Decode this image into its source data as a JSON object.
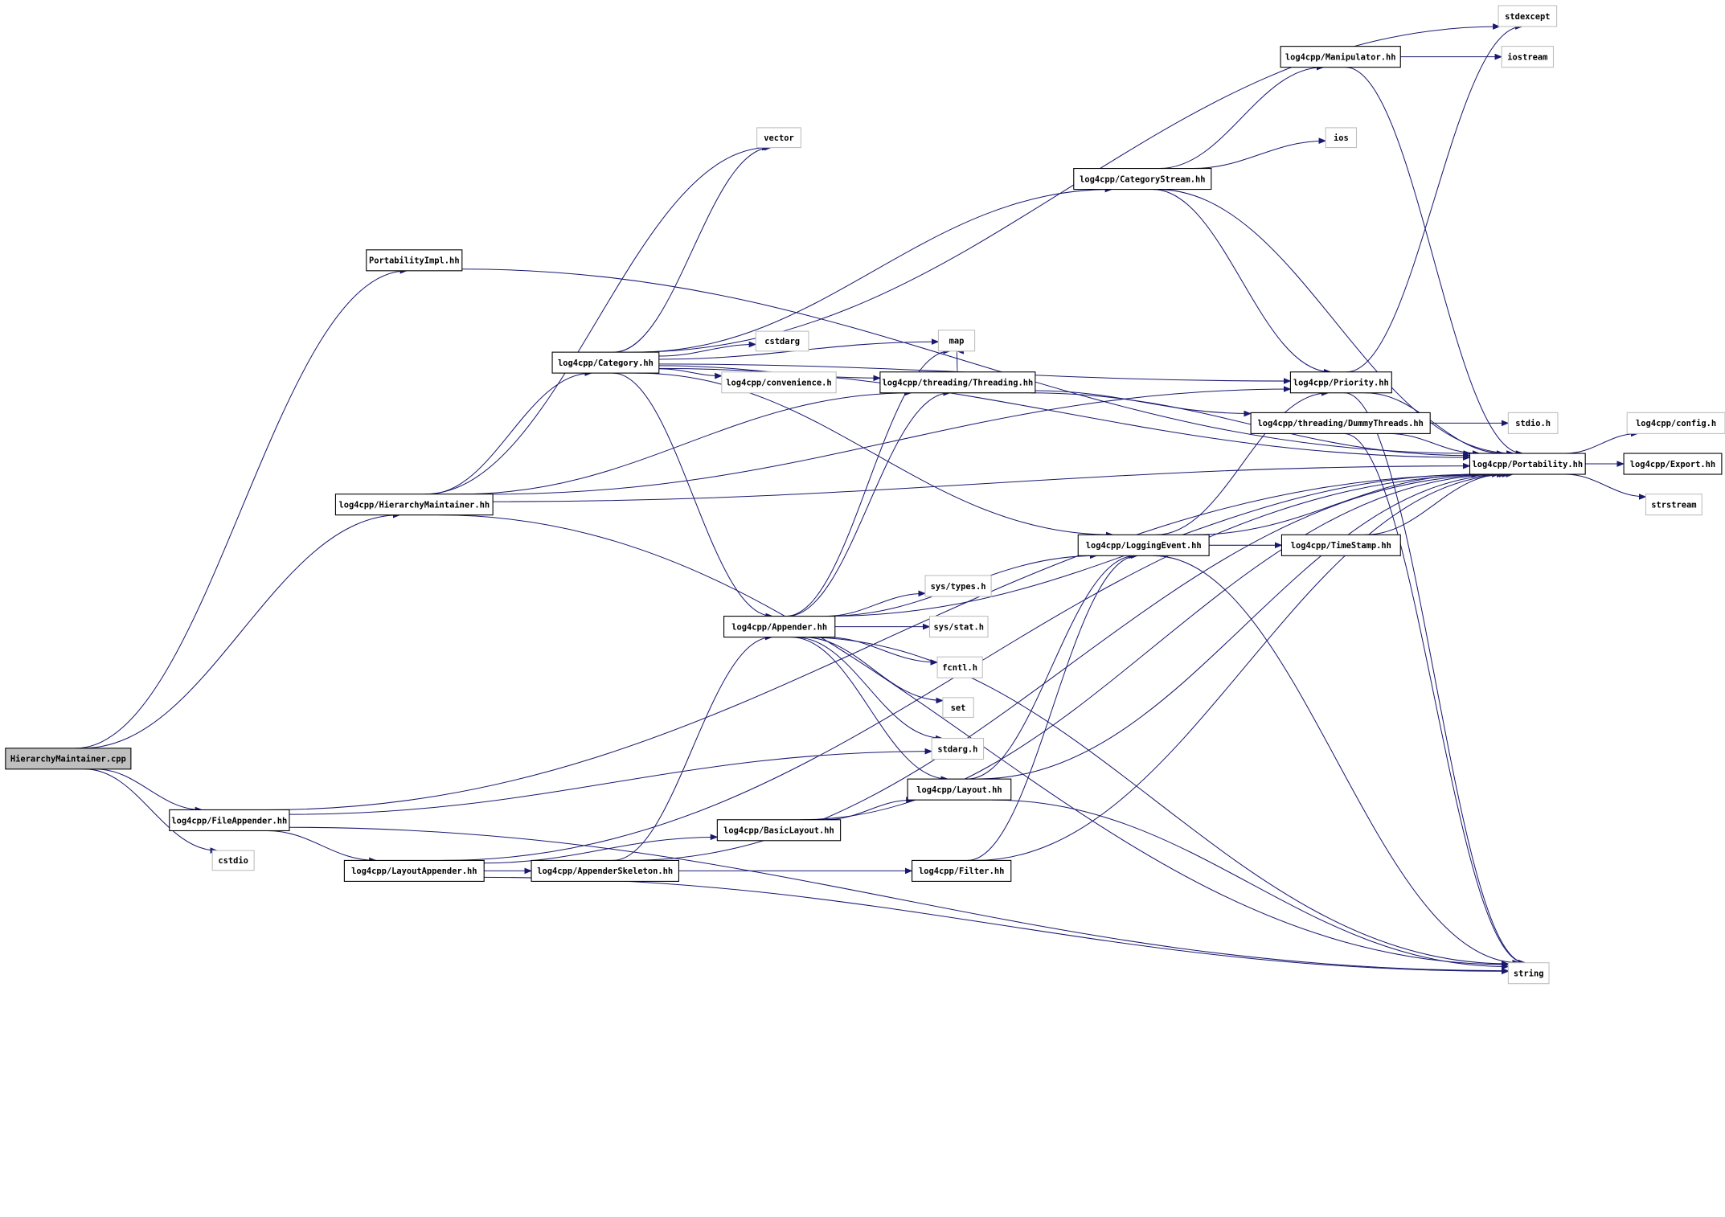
{
  "colors": {
    "edge": "#191970",
    "root_fill": "#bfbfbf",
    "external_border": "#bfbfbf",
    "documented_border": "#000000"
  },
  "nodes": [
    {
      "id": "cpp",
      "label": "HierarchyMaintainer.cpp",
      "kind": "root"
    },
    {
      "id": "pimpl",
      "label": "PortabilityImpl.hh",
      "kind": "documented"
    },
    {
      "id": "hmhh",
      "label": "log4cpp/HierarchyMaintainer.hh",
      "kind": "documented"
    },
    {
      "id": "fileapp",
      "label": "log4cpp/FileAppender.hh",
      "kind": "documented"
    },
    {
      "id": "cstdio",
      "label": "cstdio",
      "kind": "external"
    },
    {
      "id": "category",
      "label": "log4cpp/Category.hh",
      "kind": "documented"
    },
    {
      "id": "vector",
      "label": "vector",
      "kind": "external"
    },
    {
      "id": "cstdarg",
      "label": "cstdarg",
      "kind": "external"
    },
    {
      "id": "convenience",
      "label": "log4cpp/convenience.h",
      "kind": "external"
    },
    {
      "id": "map",
      "label": "map",
      "kind": "external"
    },
    {
      "id": "threading",
      "label": "log4cpp/threading/Threading.hh",
      "kind": "documented"
    },
    {
      "id": "catstream",
      "label": "log4cpp/CategoryStream.hh",
      "kind": "documented"
    },
    {
      "id": "manip",
      "label": "log4cpp/Manipulator.hh",
      "kind": "documented"
    },
    {
      "id": "stdexcept",
      "label": "stdexcept",
      "kind": "external"
    },
    {
      "id": "iostream",
      "label": "iostream",
      "kind": "external"
    },
    {
      "id": "ios",
      "label": "ios",
      "kind": "external"
    },
    {
      "id": "priority",
      "label": "log4cpp/Priority.hh",
      "kind": "documented"
    },
    {
      "id": "dummy",
      "label": "log4cpp/threading/DummyThreads.hh",
      "kind": "documented"
    },
    {
      "id": "stdioh",
      "label": "stdio.h",
      "kind": "external"
    },
    {
      "id": "portability",
      "label": "log4cpp/Portability.hh",
      "kind": "documented"
    },
    {
      "id": "config",
      "label": "log4cpp/config.h",
      "kind": "external"
    },
    {
      "id": "export",
      "label": "log4cpp/Export.hh",
      "kind": "documented"
    },
    {
      "id": "strstream",
      "label": "strstream",
      "kind": "external"
    },
    {
      "id": "logevent",
      "label": "log4cpp/LoggingEvent.hh",
      "kind": "documented"
    },
    {
      "id": "timestamp",
      "label": "log4cpp/TimeStamp.hh",
      "kind": "documented"
    },
    {
      "id": "appender",
      "label": "log4cpp/Appender.hh",
      "kind": "documented"
    },
    {
      "id": "systypes",
      "label": "sys/types.h",
      "kind": "external"
    },
    {
      "id": "sysstat",
      "label": "sys/stat.h",
      "kind": "external"
    },
    {
      "id": "fcntl",
      "label": "fcntl.h",
      "kind": "external"
    },
    {
      "id": "set",
      "label": "set",
      "kind": "external"
    },
    {
      "id": "stdarg",
      "label": "stdarg.h",
      "kind": "external"
    },
    {
      "id": "layout",
      "label": "log4cpp/Layout.hh",
      "kind": "documented"
    },
    {
      "id": "basiclayout",
      "label": "log4cpp/BasicLayout.hh",
      "kind": "documented"
    },
    {
      "id": "layoutapp",
      "label": "log4cpp/LayoutAppender.hh",
      "kind": "documented"
    },
    {
      "id": "appskel",
      "label": "log4cpp/AppenderSkeleton.hh",
      "kind": "documented"
    },
    {
      "id": "filter",
      "label": "log4cpp/Filter.hh",
      "kind": "documented"
    },
    {
      "id": "string",
      "label": "string",
      "kind": "external"
    }
  ],
  "edges": [
    [
      "cpp",
      "pimpl"
    ],
    [
      "cpp",
      "hmhh"
    ],
    [
      "cpp",
      "fileapp"
    ],
    [
      "cpp",
      "cstdio"
    ],
    [
      "pimpl",
      "portability"
    ],
    [
      "hmhh",
      "vector"
    ],
    [
      "hmhh",
      "category"
    ],
    [
      "hmhh",
      "threading"
    ],
    [
      "hmhh",
      "priority"
    ],
    [
      "hmhh",
      "string"
    ],
    [
      "hmhh",
      "portability"
    ],
    [
      "category",
      "vector"
    ],
    [
      "category",
      "catstream"
    ],
    [
      "category",
      "portability"
    ],
    [
      "category",
      "priority"
    ],
    [
      "category",
      "cstdarg"
    ],
    [
      "category",
      "convenience"
    ],
    [
      "category",
      "map"
    ],
    [
      "category",
      "threading"
    ],
    [
      "category",
      "appender"
    ],
    [
      "category",
      "logevent"
    ],
    [
      "category",
      "stdexcept"
    ],
    [
      "threading",
      "map"
    ],
    [
      "threading",
      "dummy"
    ],
    [
      "threading",
      "portability"
    ],
    [
      "catstream",
      "manip"
    ],
    [
      "catstream",
      "ios"
    ],
    [
      "catstream",
      "portability"
    ],
    [
      "catstream",
      "priority"
    ],
    [
      "manip",
      "iostream"
    ],
    [
      "manip",
      "portability"
    ],
    [
      "priority",
      "stdexcept"
    ],
    [
      "priority",
      "portability"
    ],
    [
      "priority",
      "string"
    ],
    [
      "dummy",
      "stdioh"
    ],
    [
      "dummy",
      "portability"
    ],
    [
      "dummy",
      "string"
    ],
    [
      "portability",
      "config"
    ],
    [
      "portability",
      "export"
    ],
    [
      "portability",
      "strstream"
    ],
    [
      "logevent",
      "timestamp"
    ],
    [
      "logevent",
      "portability"
    ],
    [
      "logevent",
      "priority"
    ],
    [
      "logevent",
      "string"
    ],
    [
      "timestamp",
      "portability"
    ],
    [
      "appender",
      "systypes"
    ],
    [
      "appender",
      "sysstat"
    ],
    [
      "appender",
      "fcntl"
    ],
    [
      "appender",
      "set"
    ],
    [
      "appender",
      "stdarg"
    ],
    [
      "appender",
      "layout"
    ],
    [
      "appender",
      "map"
    ],
    [
      "appender",
      "threading"
    ],
    [
      "appender",
      "logevent"
    ],
    [
      "appender",
      "portability"
    ],
    [
      "appender",
      "string"
    ],
    [
      "layout",
      "logevent"
    ],
    [
      "layout",
      "portability"
    ],
    [
      "layout",
      "string"
    ],
    [
      "basiclayout",
      "layout"
    ],
    [
      "basiclayout",
      "portability"
    ],
    [
      "fileapp",
      "stdarg"
    ],
    [
      "fileapp",
      "layoutapp"
    ],
    [
      "fileapp",
      "portability"
    ],
    [
      "fileapp",
      "string"
    ],
    [
      "layoutapp",
      "basiclayout"
    ],
    [
      "layoutapp",
      "appskel"
    ],
    [
      "layoutapp",
      "portability"
    ],
    [
      "layoutapp",
      "string"
    ],
    [
      "appskel",
      "appender"
    ],
    [
      "appskel",
      "filter"
    ],
    [
      "appskel",
      "portability"
    ],
    [
      "filter",
      "logevent"
    ],
    [
      "filter",
      "portability"
    ]
  ]
}
